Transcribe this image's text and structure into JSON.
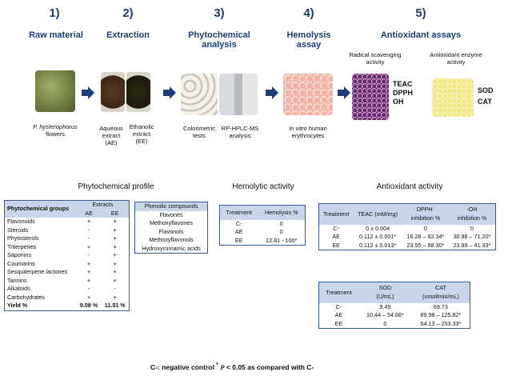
{
  "steps": [
    {
      "num": "1)",
      "title": "Raw material",
      "caption_italic": "P. hysterophorus",
      "caption": "flowers"
    },
    {
      "num": "2)",
      "title": "Extraction",
      "captions": [
        "Aqueous\nextract\n(AE)",
        "Ethanolic\nextract\n(EE)"
      ]
    },
    {
      "num": "3)",
      "title": "Phytochemical\nanalysis",
      "captions": [
        "Colorimetric\ntests",
        "RP-HPLC-MS\nanalysis"
      ]
    },
    {
      "num": "4)",
      "title": "Hemolysis\nassay",
      "caption_italic": "In vitro",
      "caption": "human\nerythrocytes"
    },
    {
      "num": "5)",
      "title": "Antioxidant assays",
      "sub_left": "Radical scavenging\nactivity",
      "sub_right": "Antioxidant enzyme\nactivity",
      "labels_left": [
        "TEAC",
        "DPPH",
        "OH"
      ],
      "labels_right": [
        "SOD",
        "CAT"
      ]
    }
  ],
  "phyto": {
    "title": "Phytochemical profile",
    "header_group": "Phytochemical groups",
    "header_extracts": "Extracts",
    "col_ae": "AE",
    "col_ee": "EE",
    "rows": [
      {
        "name": "Flavonoids",
        "ae": "+",
        "ee": "+"
      },
      {
        "name": "Steroids",
        "ae": "-",
        "ee": "+"
      },
      {
        "name": "Phytosterols",
        "ae": "-",
        "ee": "+"
      },
      {
        "name": "Triterpenes",
        "ae": "+",
        "ee": "+"
      },
      {
        "name": "Saponins",
        "ae": "-",
        "ee": "+"
      },
      {
        "name": "Coumarins",
        "ae": "+",
        "ee": "+"
      },
      {
        "name": "Sesquiterpene lactones",
        "ae": "+",
        "ee": "+"
      },
      {
        "name": "Tannins",
        "ae": "+",
        "ee": "+"
      },
      {
        "name": "Alkaloids",
        "ae": "-",
        "ee": "-"
      },
      {
        "name": "Carbohydrates",
        "ae": "+",
        "ee": "+"
      }
    ],
    "yield_label": "Yield %",
    "yield_ae": "9.08 %",
    "yield_ee": "11.51 %",
    "phenolic_header": "Phenolic compounds",
    "phenolic": [
      "Flavones",
      "Methoxyflavones",
      "Flavonols",
      "Methoxyflavonols",
      "Hydroxycinnamic acids"
    ]
  },
  "hemo": {
    "title": "Hemolytic activity",
    "col_treatment": "Treatment",
    "col_value": "Hemolysis %",
    "rows": [
      {
        "t": "C-",
        "v": "0"
      },
      {
        "t": "AE",
        "v": "0"
      },
      {
        "t": "EE",
        "v": "12.81 - 100*"
      }
    ]
  },
  "antiox": {
    "title": "Antioxidant activity",
    "col_treatment": "Treatment",
    "col_teac": "TEAC (mM/mg)",
    "col_dpph": "DPPH˙\ninhibition %",
    "col_oh": "-OH\ninhibition %",
    "rows": [
      {
        "t": "C-",
        "teac": "0 ± 0.004",
        "dpph": "0",
        "oh": "0"
      },
      {
        "t": "AE",
        "teac": "0.112 ± 0.001*",
        "dpph": "16.28 – 82.34*",
        "oh": "30.98 – 71.20*"
      },
      {
        "t": "EE",
        "teac": "0.112 ± 0.013*",
        "dpph": "23.55 – 88.30*",
        "oh": "23.99 – 41.33*"
      }
    ]
  },
  "enzyme": {
    "col_treatment": "Treatment",
    "col_sod": "SOD\n(U/mL)",
    "col_cat": "CAT\n(nmol/min/mL)",
    "rows": [
      {
        "t": "C-",
        "sod": "9.49",
        "cat": "69.73"
      },
      {
        "t": "AE",
        "sod": "10.44 – 54.66*",
        "cat": "89.98 – 125.82*"
      },
      {
        "t": "EE",
        "sod": "0",
        "cat": "64.13 – 253.33*"
      }
    ]
  },
  "footnote": {
    "part1": "C-: negative control",
    "star": "*",
    "p": "P",
    "part2": "< 0.05 as compared with C-"
  },
  "colors": {
    "title_blue": "#1a3d73",
    "arrow": "#1e3f78",
    "header_fill": "#c9d6ea",
    "border": "#3a5a96"
  }
}
